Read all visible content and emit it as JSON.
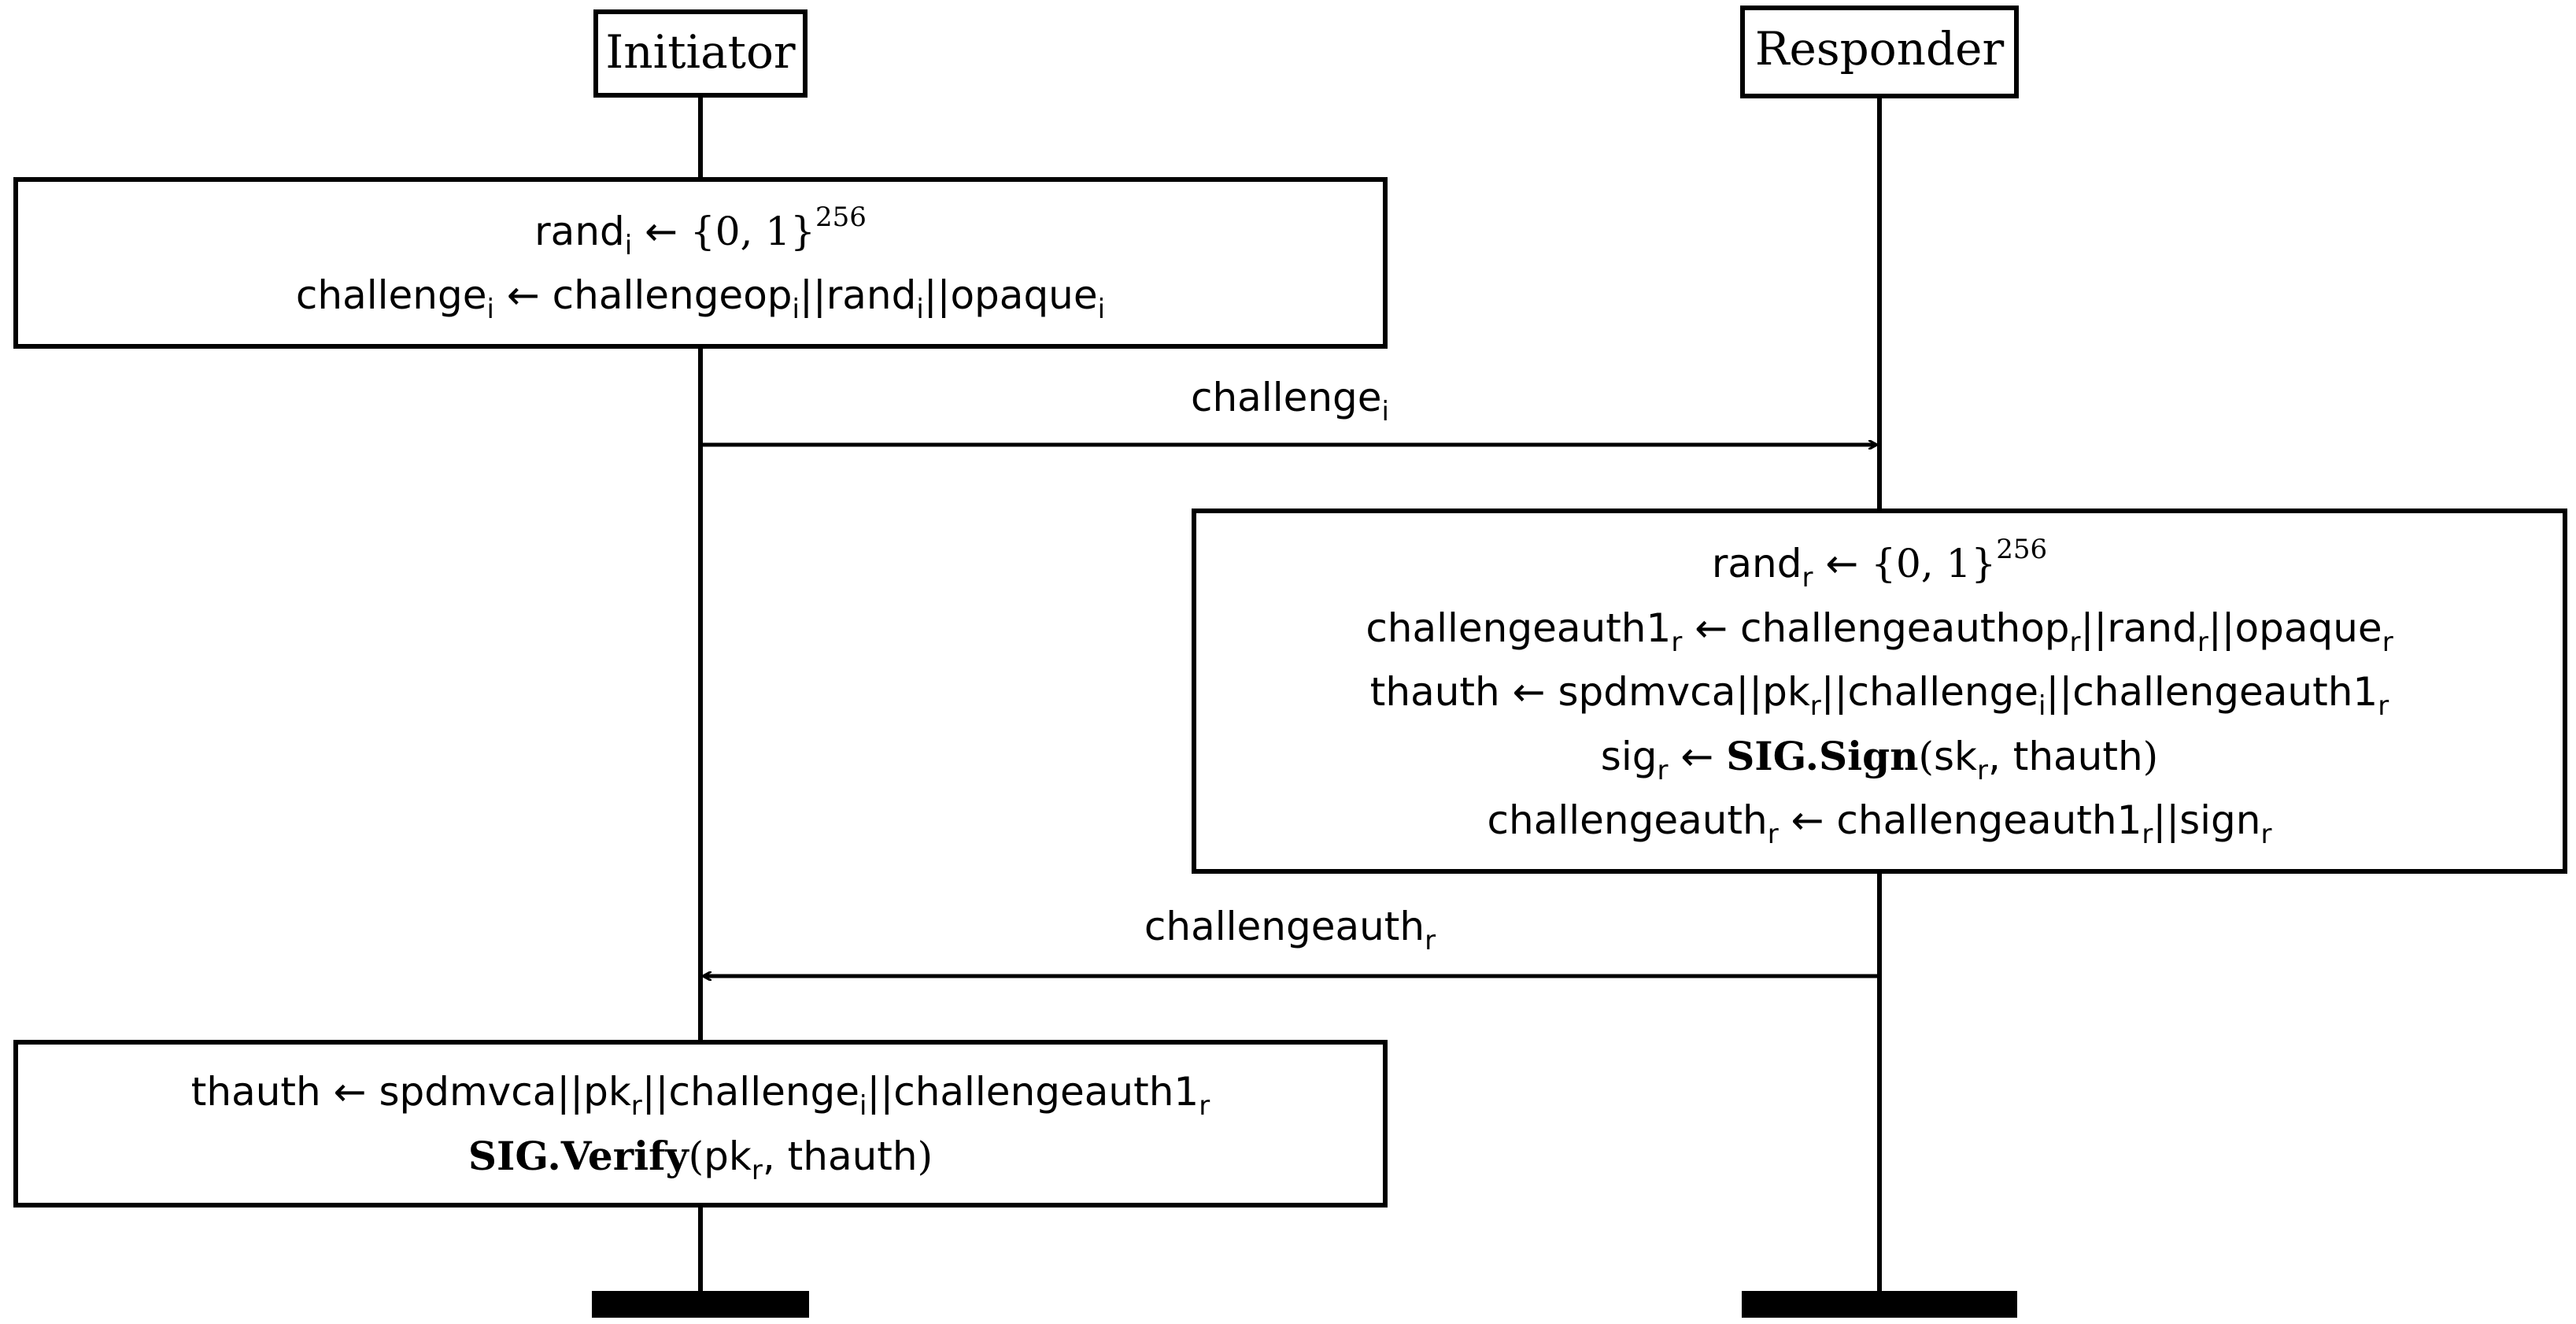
{
  "participants": {
    "initiator": "Initiator",
    "responder": "Responder"
  },
  "initiator_box1": {
    "line1": {
      "lhs": "rand",
      "lhs_sub": "i",
      "arrow": "←",
      "set": "{0, 1}",
      "exp": "256"
    },
    "line2": {
      "lhs": "challenge",
      "lhs_sub": "i",
      "arrow": "←",
      "t1": "challengeop",
      "t1_sub": "i",
      "sep1": "||",
      "t2": "rand",
      "t2_sub": "i",
      "sep2": "||",
      "t3": "opaque",
      "t3_sub": "i"
    }
  },
  "message1": {
    "text": "challenge",
    "sub": "i"
  },
  "responder_box": {
    "line1": {
      "lhs": "rand",
      "lhs_sub": "r",
      "arrow": "←",
      "set": "{0, 1}",
      "exp": "256"
    },
    "line2": {
      "lhs": "challengeauth1",
      "lhs_sub": "r",
      "arrow": "←",
      "t1": "challengeauthop",
      "t1_sub": "r",
      "sep1": "||",
      "t2": "rand",
      "t2_sub": "r",
      "sep2": "||",
      "t3": "opaque",
      "t3_sub": "r"
    },
    "line3": {
      "lhs": "thauth",
      "arrow": "←",
      "t1": "spdmvca",
      "sep1": "||",
      "t2": "pk",
      "t2_sub": "r",
      "sep2": "||",
      "t3": "challenge",
      "t3_sub": "i",
      "sep3": "||",
      "t4": "challengeauth1",
      "t4_sub": "r"
    },
    "line4": {
      "lhs": "sig",
      "lhs_sub": "r",
      "arrow": "←",
      "fn": "SIG.Sign",
      "open": "(",
      "a1": "sk",
      "a1_sub": "r",
      "comma": ", ",
      "a2": "thauth",
      "close": ")"
    },
    "line5": {
      "lhs": "challengeauth",
      "lhs_sub": "r",
      "arrow": "←",
      "t1": "challengeauth1",
      "t1_sub": "r",
      "sep1": "||",
      "t2": "sign",
      "t2_sub": "r"
    }
  },
  "message2": {
    "text": "challengeauth",
    "sub": "r"
  },
  "initiator_box2": {
    "line1": {
      "lhs": "thauth",
      "arrow": "←",
      "t1": "spdmvca",
      "sep1": "||",
      "t2": "pk",
      "t2_sub": "r",
      "sep2": "||",
      "t3": "challenge",
      "t3_sub": "i",
      "sep3": "||",
      "t4": "challengeauth1",
      "t4_sub": "r"
    },
    "line2": {
      "fn": "SIG.Verify",
      "open": "(",
      "a1": "pk",
      "a1_sub": "r",
      "comma": ", ",
      "a2": "thauth",
      "close": ")"
    }
  }
}
